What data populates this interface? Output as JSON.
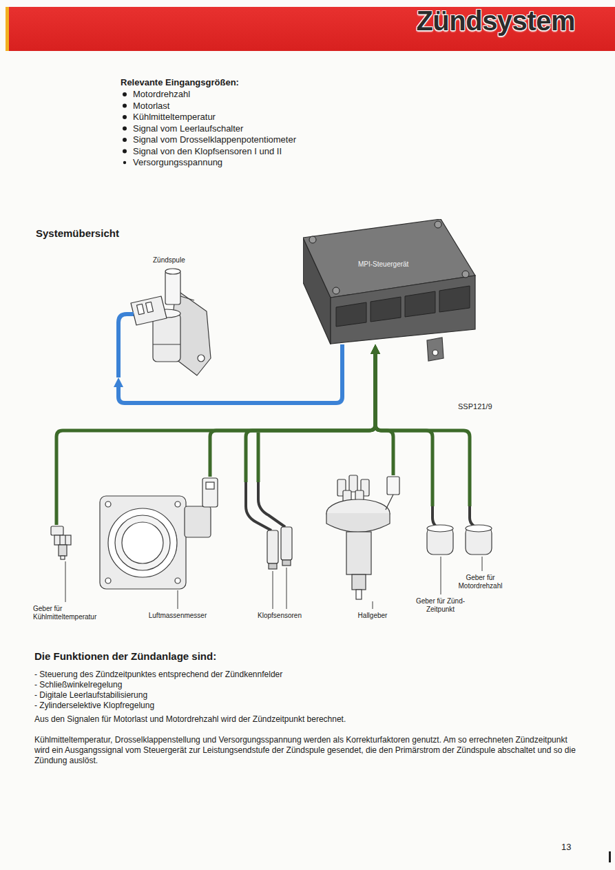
{
  "diagram": {
    "title": "Zündsystem",
    "nodes": [
      {
        "text": [
          "Zündspule"
        ]
      },
      {
        "text": [
          "MPI-Steuergerät"
        ]
      },
      {
        "text": [
          "Geber für Kühlmitteltemperatur"
        ]
      },
      {
        "text": [
          "Luftmassenmesser"
        ]
      },
      {
        "text": [
          "Klopfsensoren"
        ]
      },
      {
        "text": [
          "Hallgeber"
        ]
      },
      {
        "text": [
          "Geber für Zünd-Zeitpunkt"
        ]
      },
      {
        "text": [
          "Geber für Motordrehzahl"
        ]
      }
    ],
    "edges": [
      {
        "from": 1,
        "to": 0,
        "arrow": "to"
      },
      {
        "from": 2,
        "to": 1,
        "arrow": "to"
      },
      {
        "from": 3,
        "to": 1,
        "arrow": "to"
      },
      {
        "from": 4,
        "to": 1,
        "arrow": "to"
      },
      {
        "from": 5,
        "to": 1,
        "arrow": "to"
      },
      {
        "from": 6,
        "to": 1,
        "arrow": "to"
      },
      {
        "from": 7,
        "to": 1,
        "arrow": "to"
      }
    ],
    "labels": [
      "Relevante Eingangsgrößen:",
      "Motordrehzahl",
      "Motorlast",
      "Kühlmitteltemperatur",
      "Signal vom Leerlaufschalter",
      "Signal vom Drosselklappenpotentiometer",
      "Signal von den Klopfsensoren I und II",
      "Versorgungsspannung",
      "Systemübersicht",
      "SSP121/9",
      "Die Funktionen der Zündanlage sind:",
      "- Steuerung des Zündzeitpunktes entsprechend der Zündkennfelder",
      "- Schließwinkelregelung",
      "- Digitale Leerlaufstabilisierung",
      "- Zylinderselektive Klopfregelung",
      "Aus den Signalen für Motorlast und Motordrehzahl wird der Zündzeitpunkt berechnet.",
      "Kühlmitteltemperatur, Drosselklappenstellung und Versorgungsspannung werden als Korrekturfaktoren genutzt. Am so errechneten Zündzeitpunkt wird ein Ausgangssignal vom Steuergerät zur Leistungsendstufe der Zündspule gesendet, die den Primärstrom der Zündspule abschaltet und so die Zündung auslöst.",
      "13"
    ]
  }
}
